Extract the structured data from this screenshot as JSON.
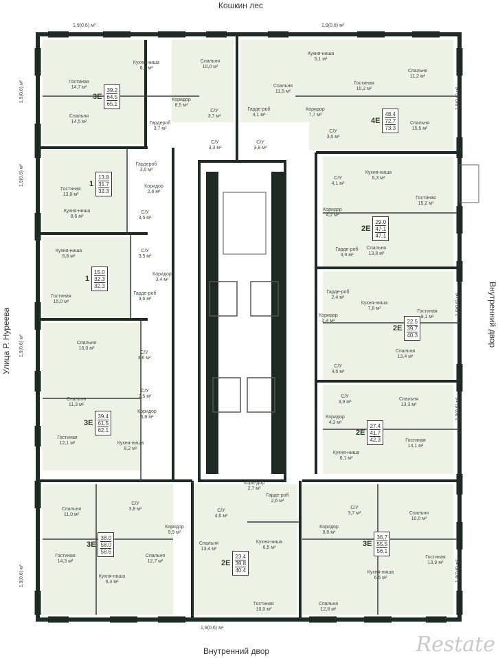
{
  "streets": {
    "top": "Кошкин лес",
    "bottom": "Внутренний двор",
    "left": "Улица Р. Нуреева",
    "right": "Внутренний двор"
  },
  "balconies": [
    "1,9(0,6) м²",
    "1,9(0,6) м²",
    "1,9(0,6) м²",
    "1,9(0,6) м²",
    "1,9(0,6) м²",
    "1,9(0,6) м²",
    "1,9(0,6) м²",
    "1,9(0,6) м²",
    "1,9(0,6) м²",
    "1,9(0,6) м²",
    "1,9(0,6) м²"
  ],
  "apartments": [
    {
      "type": "3E",
      "values": [
        "39.2",
        "64.5",
        "65.1"
      ]
    },
    {
      "type": "4E",
      "values": [
        "48.4",
        "72.7",
        "73.3"
      ]
    },
    {
      "type": "1",
      "values": [
        "13.8",
        "31.7",
        "32.3"
      ]
    },
    {
      "type": "2E",
      "values": [
        "29.0",
        "47.1",
        "47.1"
      ]
    },
    {
      "type": "1",
      "values": [
        "15.0",
        "32.3",
        "32.3"
      ]
    },
    {
      "type": "2E",
      "values": [
        "22.5",
        "39.7",
        "40.3"
      ]
    },
    {
      "type": "3E",
      "values": [
        "39.4",
        "61.5",
        "62.1"
      ]
    },
    {
      "type": "2E",
      "values": [
        "27.4",
        "41.7",
        "42.3"
      ]
    },
    {
      "type": "3E",
      "values": [
        "38.0",
        "58.0",
        "58.6"
      ]
    },
    {
      "type": "2E",
      "values": [
        "23.4",
        "39.8",
        "40.4"
      ]
    },
    {
      "type": "3E",
      "values": [
        "36.7",
        "55.5",
        "56.1"
      ]
    }
  ],
  "rooms": [
    [
      "Гостиная",
      "14,7 м²"
    ],
    [
      "Кухня-ниша",
      "6,1 м²"
    ],
    [
      "Спальня",
      "10,0 м²"
    ],
    [
      "Спальня",
      "11,5 м²"
    ],
    [
      "Кухня-ниша",
      "5,1 м²"
    ],
    [
      "Спальня",
      "11,2 м²"
    ],
    [
      "Спальня",
      "14,5 м²"
    ],
    [
      "Коридор",
      "8,5 м²"
    ],
    [
      "С/У",
      "3,7 м²"
    ],
    [
      "Гардероб",
      "3,7 м²"
    ],
    [
      "Гарде-роб",
      "4,1 м²"
    ],
    [
      "Коридор",
      "7,7 м²"
    ],
    [
      "Гостиная",
      "10,2 м²"
    ],
    [
      "С/У",
      "3,6 м²"
    ],
    [
      "Спальня",
      "15,5 м²"
    ],
    [
      "С/У",
      "3,3 м²"
    ],
    [
      "С/У",
      "3,8 м²"
    ],
    [
      "Гардероб",
      "3,0 м²"
    ],
    [
      "Гостиная",
      "13,8 м²"
    ],
    [
      "Коридор",
      "2,8 м²"
    ],
    [
      "С/У",
      "4,1 м²"
    ],
    [
      "Кухня-ниша",
      "6,3 м²"
    ],
    [
      "Гостиная",
      "15,2 м²"
    ],
    [
      "Кухня-ниша",
      "8,6 м²"
    ],
    [
      "С/У",
      "3,5 м²"
    ],
    [
      "Коридор",
      "4,2 м²"
    ],
    [
      "Кухня-ниша",
      "6,8 м²"
    ],
    [
      "С/У",
      "3,5 м²"
    ],
    [
      "Гарде-роб",
      "3,9 м²"
    ],
    [
      "Спальня",
      "13,8 м²"
    ],
    [
      "Коридор",
      "3,4 м²"
    ],
    [
      "Гостиная",
      "15,0 м²"
    ],
    [
      "Гарде-роб",
      "3,6 м²"
    ],
    [
      "Гарде-роб",
      "2,4 м²"
    ],
    [
      "Кухня-ниша",
      "7,8 м²"
    ],
    [
      "Гостиная",
      "9,1 м²"
    ],
    [
      "Коридор",
      "2,4 м²"
    ],
    [
      "Спальня",
      "16,0 м²"
    ],
    [
      "С/У",
      "3,6 м²"
    ],
    [
      "С/У",
      "4,6 м²"
    ],
    [
      "Спальня",
      "13,4 м²"
    ],
    [
      "С/У",
      "3,5 м²"
    ],
    [
      "С/У",
      "3,9 м²"
    ],
    [
      "Спальня",
      "11,3 м²"
    ],
    [
      "Спальня",
      "13,3 м²"
    ],
    [
      "Коридор",
      "6,8 м²"
    ],
    [
      "Коридор",
      "4,3 м²"
    ],
    [
      "Гостиная",
      "12,1 м²"
    ],
    [
      "Кухня-ниша",
      "8,2 м²"
    ],
    [
      "Гостиная",
      "14,1 м²"
    ],
    [
      "Кухня-ниша",
      "6,1 м²"
    ],
    [
      "Кори-дор",
      "2,7 м²"
    ],
    [
      "Гарде-роб",
      "2,6 м²"
    ],
    [
      "С/У",
      "4,6 м²"
    ],
    [
      "Спальня",
      "11,0 м²"
    ],
    [
      "С/У",
      "3,8 м²"
    ],
    [
      "С/У",
      "3,7 м²"
    ],
    [
      "Спальня",
      "10,0 м²"
    ],
    [
      "Коридор",
      "9,9 м²"
    ],
    [
      "Коридор",
      "8,6 м²"
    ],
    [
      "Спальня",
      "13,4 м²"
    ],
    [
      "Кухня-ниша",
      "6,5 м²"
    ],
    [
      "Гостиная",
      "14,3 м²"
    ],
    [
      "Спальня",
      "12,7 м²"
    ],
    [
      "Кухня-ниша",
      "6,3 м²"
    ],
    [
      "Гостиная",
      "10,0 м²"
    ],
    [
      "Спальня",
      "12,8 м²"
    ],
    [
      "Кухня-ниша",
      "6,5 м²"
    ],
    [
      "Гостиная",
      "13,9 м²"
    ]
  ],
  "watermark": "Restate"
}
